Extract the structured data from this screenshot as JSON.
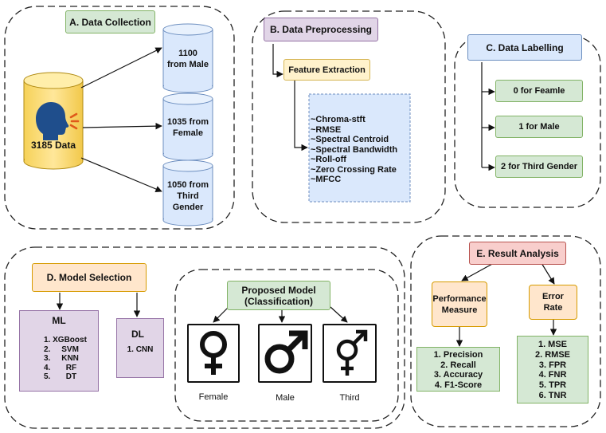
{
  "sections": {
    "a": {
      "title": "A. Data Collection",
      "source": "3185 Data",
      "male": "1100\nfrom Male",
      "female": "1035 from\nFemale",
      "third": "1050 from\nThird\nGender"
    },
    "b": {
      "title": "B. Data Preprocessing",
      "feature_extraction": "Feature Extraction",
      "features": [
        "~Chroma-stft",
        "~RMSE",
        "~Spectral Centroid",
        "~Spectral Bandwidth",
        "~Roll-off",
        "~Zero Crossing Rate",
        "~MFCC"
      ]
    },
    "c": {
      "title": "C. Data Labelling",
      "labels": [
        "0  for Feamle",
        "1 for Male",
        "2 for Third Gender"
      ]
    },
    "d": {
      "title": "D. Model Selection",
      "ml_title": "ML",
      "ml_items": [
        "1. XGBoost",
        "2.     SVM",
        "3.     KNN",
        "4.       RF",
        "5.       DT"
      ],
      "dl_title": "DL",
      "dl_items": [
        "1. CNN"
      ],
      "proposed": "Proposed Model\n(Classification)",
      "female_label": "Female",
      "male_label": "Male",
      "third_label": "Third"
    },
    "e": {
      "title": "E. Result Analysis",
      "perf": "Performance\nMeasure",
      "error": "Error\nRate",
      "perf_items": [
        "1. Precision",
        "2. Recall",
        "3. Accuracy",
        "4. F1-Score"
      ],
      "error_items": [
        "1. MSE",
        "2. RMSE",
        "3. FPR",
        "4. FNR",
        "5. TPR",
        "6. TNR"
      ]
    }
  },
  "icons": {
    "speaker": "speaking-head-icon",
    "female": "female-symbol-icon",
    "male": "male-symbol-icon",
    "third": "transgender-symbol-icon"
  },
  "colors": {
    "green": "#d5e8d4",
    "blue": "#dae8fc",
    "orange": "#ffe6cc",
    "purple": "#e1d5e7",
    "red": "#f8cecc",
    "yellow": "#fff2cc",
    "cylinder": "#ffe599"
  }
}
